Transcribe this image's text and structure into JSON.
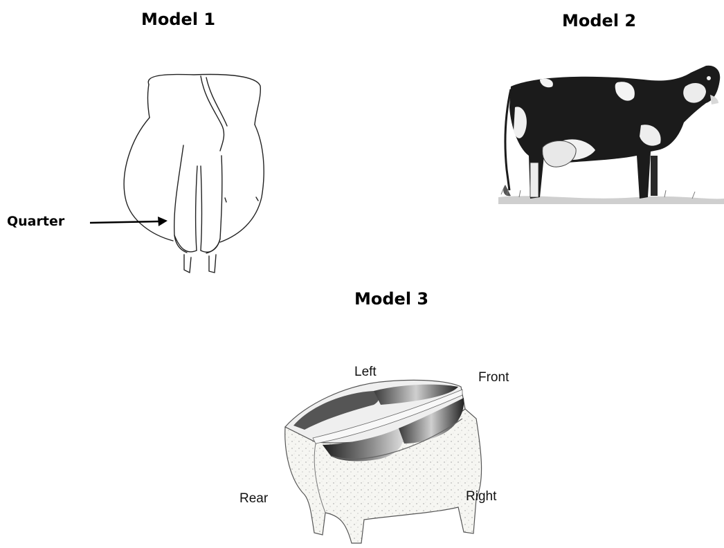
{
  "models": [
    {
      "title": "Model 1"
    },
    {
      "title": "Model 2"
    },
    {
      "title": "Model 3"
    }
  ],
  "model1": {
    "callout": "Quarter"
  },
  "model3": {
    "labels": {
      "left": "Left",
      "front": "Front",
      "rear": "Rear",
      "right": "Right"
    }
  }
}
